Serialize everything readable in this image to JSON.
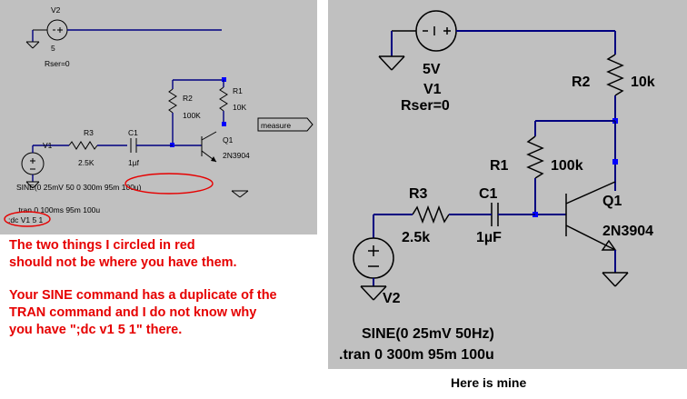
{
  "colors": {
    "panel_bg": "#c0c0c0",
    "wire": "#000080",
    "node": "#0000ff",
    "annotation": "#e60000",
    "text": "#000000"
  },
  "left_schematic": {
    "v2": {
      "name": "V2",
      "value": "5",
      "rser": "Rser=0"
    },
    "r1": {
      "name": "R1",
      "value": "10K"
    },
    "r2": {
      "name": "R2",
      "value": "100K"
    },
    "r3": {
      "name": "R3",
      "value": "2.5K"
    },
    "c1": {
      "name": "C1",
      "value": "1µf"
    },
    "q1": {
      "name": "Q1",
      "value": "2N3904"
    },
    "v1": {
      "name": "V1"
    },
    "net_label": "measure",
    "sine_line": "SINE(0 25mV 50 0 300m 95m 100u)",
    "tran_line": ".tran 0 100ms 95m 100u",
    "dc_line": ";dc V1 5 1"
  },
  "comment": {
    "line1": "The two things I circled in red",
    "line2": "should not be where you have them.",
    "line3": "Your SINE command has a duplicate of the",
    "line4": "TRAN command and I do not know why",
    "line5": "you have \";dc v1 5 1\" there."
  },
  "right_schematic": {
    "v1": {
      "value": "5V",
      "name": "V1",
      "rser": "Rser=0"
    },
    "r2": {
      "name": "R2",
      "value": "10k"
    },
    "r1": {
      "name": "R1",
      "value": "100k"
    },
    "r3": {
      "name": "R3",
      "value": "2.5k"
    },
    "c1": {
      "name": "C1",
      "value": "1µF"
    },
    "q1": {
      "name": "Q1",
      "value": "2N3904"
    },
    "v2": {
      "name": "V2"
    },
    "sine_line": "SINE(0 25mV 50Hz)",
    "tran_line": ".tran 0 300m 95m 100u"
  },
  "caption": "Here is mine"
}
